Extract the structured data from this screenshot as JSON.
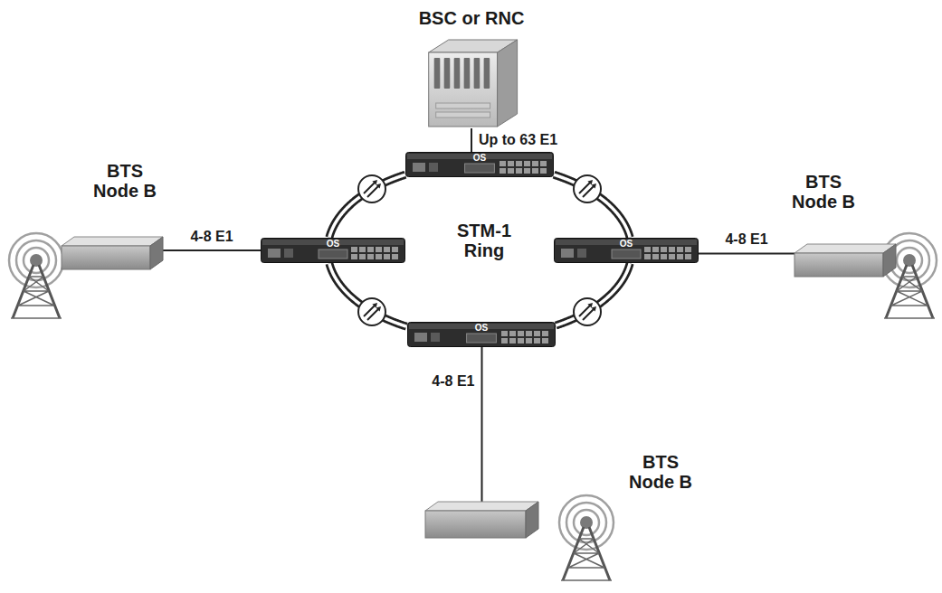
{
  "diagram": {
    "nodes": [
      {
        "text": [
          "BSC or RNC"
        ]
      },
      {
        "text": [
          "OS"
        ]
      },
      {
        "text": [
          "OS"
        ]
      },
      {
        "text": [
          "OS"
        ]
      },
      {
        "text": [
          "OS"
        ]
      },
      {
        "text": [
          "BTS Node B"
        ]
      },
      {
        "text": [
          "BTS Node B"
        ]
      },
      {
        "text": [
          "BTS Node B"
        ]
      }
    ],
    "edges": [
      {
        "from": 0,
        "to": 1,
        "arrow": "none",
        "label": "Up to 63 E1"
      },
      {
        "from": 5,
        "to": 2,
        "arrow": "none",
        "label": "4-8 E1"
      },
      {
        "from": 3,
        "to": 6,
        "arrow": "none",
        "label": "4-8 E1"
      },
      {
        "from": 4,
        "to": 7,
        "arrow": "none",
        "label": "4-8 E1"
      },
      {
        "from": 1,
        "to": 2,
        "arrow": "none"
      },
      {
        "from": 1,
        "to": 3,
        "arrow": "none"
      },
      {
        "from": 2,
        "to": 4,
        "arrow": "none"
      },
      {
        "from": 3,
        "to": 4,
        "arrow": "none"
      }
    ],
    "labels": [
      "STM-1 Ring"
    ]
  }
}
